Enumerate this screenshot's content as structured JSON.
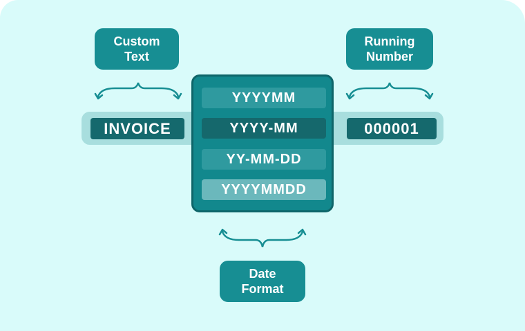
{
  "custom_text_label": [
    "Custom",
    "Text"
  ],
  "running_number_label": [
    "Running",
    "Number"
  ],
  "date_format_label": [
    "Date",
    "Format"
  ],
  "prefix_value": "INVOICE",
  "number_value": "000001",
  "date_formats": [
    "YYYYMM",
    "YYYY-MM",
    "YY-MM-DD",
    "YYYYMMDD"
  ],
  "colors": {
    "background": "#d9fbfa",
    "band": "#a8dede",
    "dark_teal": "#15696d",
    "panel": "#12888d",
    "label_box": "#178e93",
    "brace": "#178e93"
  },
  "icons": [
    "left-brace-arrows-icon",
    "right-brace-arrows-icon",
    "bottom-brace-arrows-icon"
  ]
}
